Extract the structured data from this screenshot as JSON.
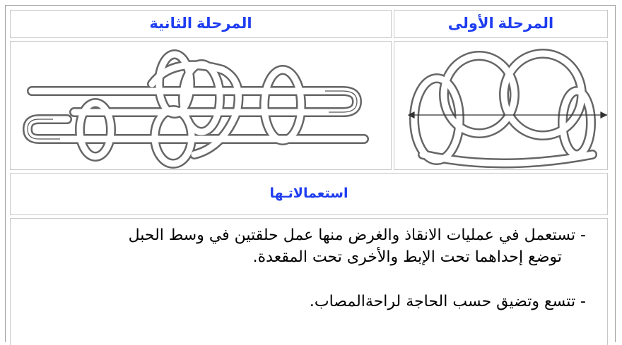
{
  "stages": {
    "first": "المرحلة الأولى",
    "second": "المرحلة الثانية"
  },
  "uses_heading": "استعمالاتـها",
  "uses": {
    "line1": "- تستعمل في عمليات الانقاذ والغرض منها عمل حلقتين في وسط الحبل",
    "line2": "توضع إحداهما تحت الإبط والأخرى تحت المقعدة.",
    "line3": "- تتسع وتضيق حسب الحاجة لراحةالمصاب."
  }
}
